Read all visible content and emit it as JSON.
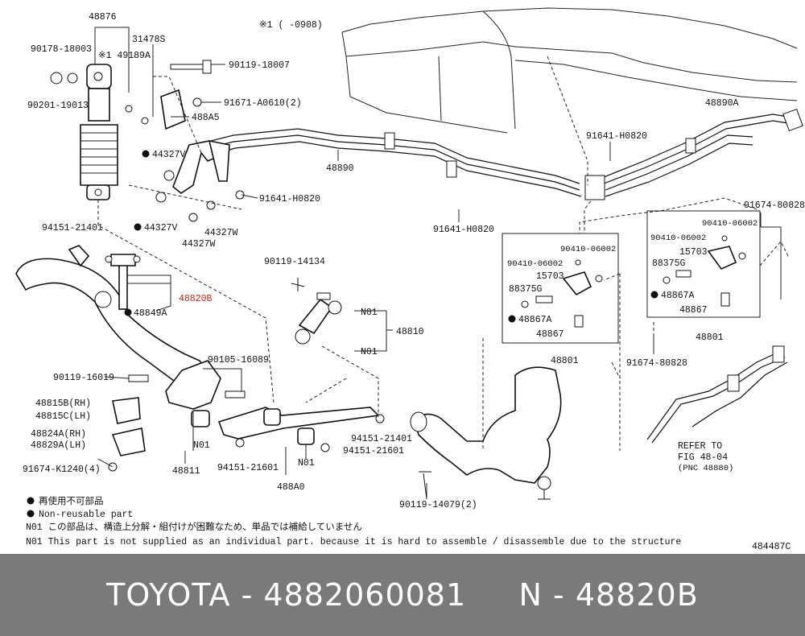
{
  "header_note": "※1 (      -0908)",
  "diagram_code": "484487C",
  "labels": {
    "l48876": "48876",
    "l31478S": "31478S",
    "l49189A": "※1 49189A",
    "l90178": "90178-18003",
    "l90119_18007": "90119-18007",
    "l90201": "90201-19013",
    "l91671": "91671-A0610(2)",
    "l488A5": "488A5",
    "l44327V_a": "44327V",
    "l48890": "48890",
    "l91641_a": "91641-H0820",
    "l44327V_b": "44327V",
    "l44327W_a": "44327W",
    "l44327W_b": "44327W",
    "l91641_b": "91641-H0820",
    "l48890A": "48890A",
    "l91641_c": "91641-H0820",
    "l91674_a": "91674-80828",
    "l94151_a": "94151-21401",
    "l90119_14134": "90119-14134",
    "l48820B": "48820B",
    "l48849A": "48849A",
    "lN01_a": "N01",
    "l48810": "48810",
    "lN01_b": "N01",
    "l90410_a": "90410-06002",
    "l90410_b": "90410-06002",
    "l15703_a": "15703",
    "l88375G_a": "88375G",
    "l48867A_a": "48867A",
    "l48867_a": "48867",
    "l48801_a": "48801",
    "l90410_c": "90410-06002",
    "l90410_d": "90410-06002",
    "l15703_b": "15703",
    "l88375G_b": "88375G",
    "l48867A_b": "48867A",
    "l48867_b": "48867",
    "l48801_b": "48801",
    "l91674_b": "91674-80828",
    "l90105": "90105-16089",
    "l90119_16019": "90119-16019",
    "l48815B": "48815B(RH)",
    "l48815C": "48815C(LH)",
    "l48824A": "48824A(RH)",
    "l48829A": "48829A(LH)",
    "l91674_K": "91674-K1240(4)",
    "lN01_c": "N01",
    "l48811": "48811",
    "l94151_b": "94151-21601",
    "l488A0": "488A0",
    "l94151_c": "94151-21401",
    "l94151_d": "94151-21601",
    "lN01_d": "N01",
    "l90119_14079": "90119-14079(2)",
    "refer1": "REFER TO",
    "refer2": "FIG 48-04",
    "refer3": "(PNC 48880)"
  },
  "legend": {
    "bullet_jp": "再使用不可部品",
    "bullet_en": "Non-reusable part",
    "n01_jp": "N01 この部品は、構造上分解・組付けが困難なため、単品では補給していません",
    "n01_en": "N01 This part is not supplied as an individual part. because it is hard to assemble / disassemble due to the structure"
  },
  "footer": {
    "text": "TOYOTA - 4882060081     N - 48820B"
  },
  "colors": {
    "highlight": "#d81f1f",
    "footer_bg": "#7a7a7a",
    "footer_text": "#ffffff"
  }
}
